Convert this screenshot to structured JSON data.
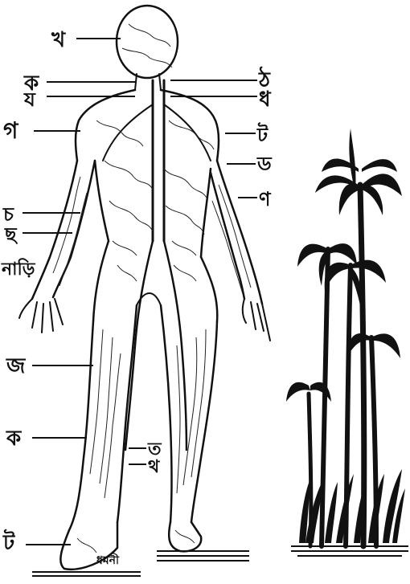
{
  "figure": {
    "labels": {
      "kha": "খ",
      "ka_left": "ক",
      "ya": "য",
      "ga": "গ",
      "cha": "চ",
      "chha": "ছ",
      "nadi": "নাড়ি",
      "ja": "জ",
      "ka_lower": "ক",
      "tta_left": "ট",
      "tta_right": "ট",
      "dda": "ড",
      "nna": "ণ",
      "cha_right": "ঠ",
      "dha_right": "ধ",
      "ta": "ত",
      "tha": "থ",
      "dhamani": "ধমনী"
    }
  }
}
